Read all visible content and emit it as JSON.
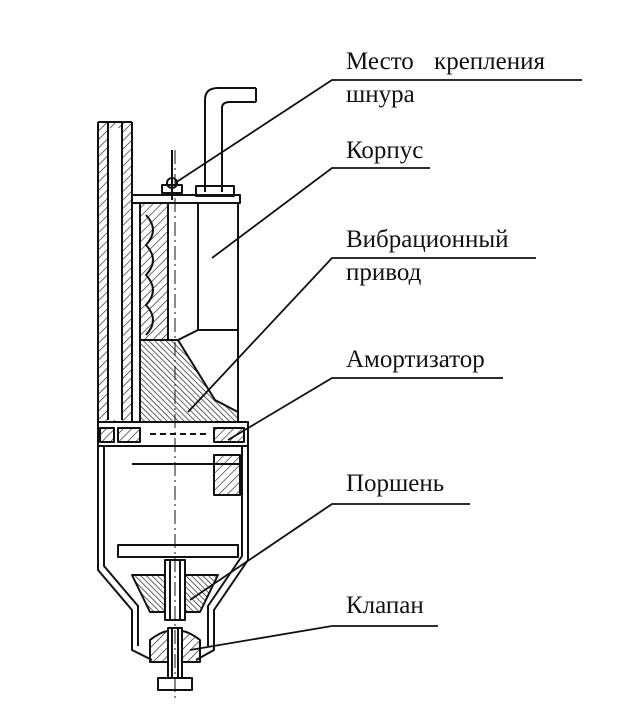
{
  "labels": {
    "mesto_line1": "Место крепления",
    "mesto_line2": "шнура",
    "korpus": "Корпус",
    "vibro_line1": "Вибрационный",
    "vibro_line2": "привод",
    "amortizator": "Амортизатор",
    "porshen": "Поршень",
    "klapan": "Клапан"
  },
  "colors": {
    "ink": "#111111",
    "paper": "#ffffff"
  }
}
